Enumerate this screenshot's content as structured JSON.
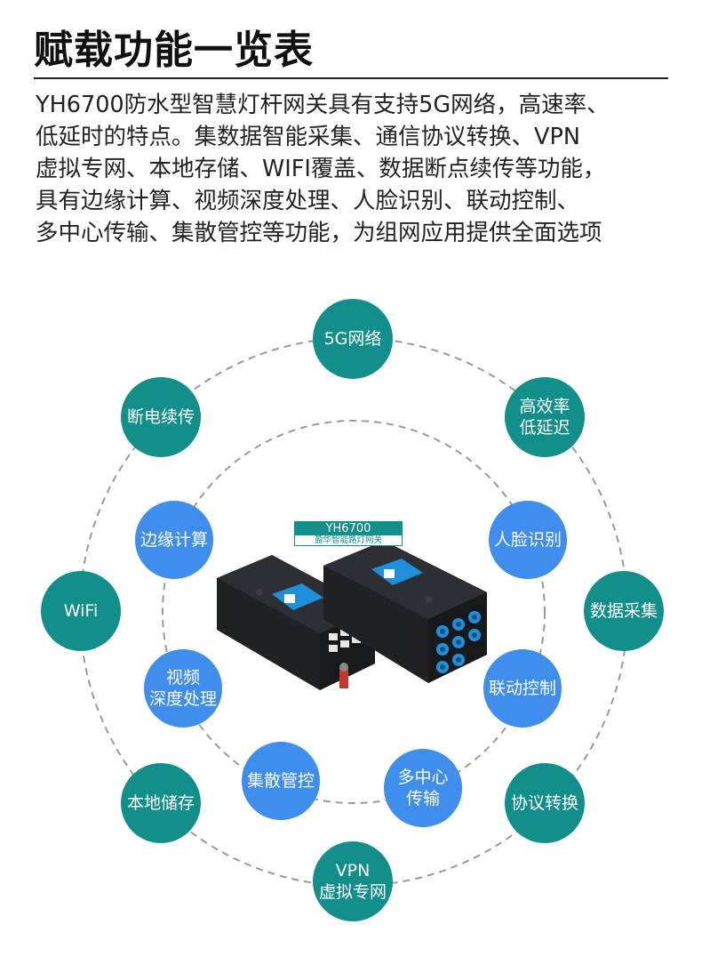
{
  "header": {
    "title": "赋载功能一览表"
  },
  "description": {
    "lines": [
      "YH6700防水型智慧灯杆网关具有支持5G网络，高速率、",
      "低延时的特点。集数据智能采集、通信协议转换、VPN",
      "虚拟专网、本地存储、WIFI覆盖、数据断点续传等功能，",
      "具有边缘计算、视频深度处理、人脸识别、联动控制、",
      "多中心传输、集散管控等功能，为组网应用提供全面选项"
    ]
  },
  "device": {
    "model": "YH6700",
    "name": "盈华智能路灯网关"
  },
  "outer_features": [
    {
      "line1": "5G网络",
      "line2": ""
    },
    {
      "line1": "高效率",
      "line2": "低延迟"
    },
    {
      "line1": "数据采集",
      "line2": ""
    },
    {
      "line1": "协议转换",
      "line2": ""
    },
    {
      "line1": "VPN",
      "line2": "虚拟专网"
    },
    {
      "line1": "本地储存",
      "line2": ""
    },
    {
      "line1": "WiFi",
      "line2": ""
    },
    {
      "line1": "断电续传",
      "line2": ""
    }
  ],
  "inner_features": [
    {
      "line1": "边缘计算",
      "line2": ""
    },
    {
      "line1": "人脸识别",
      "line2": ""
    },
    {
      "line1": "视频",
      "line2": "深度处理"
    },
    {
      "line1": "联动控制",
      "line2": ""
    },
    {
      "line1": "集散管控",
      "line2": ""
    },
    {
      "line1": "多中心",
      "line2": "传输"
    }
  ],
  "colors": {
    "outer_node": "#128f8b",
    "inner_node": "#3f8dec",
    "orbit_line": "#9a9a9a",
    "device_body": "#1f2124",
    "port_blue": "#1e8fd8"
  }
}
